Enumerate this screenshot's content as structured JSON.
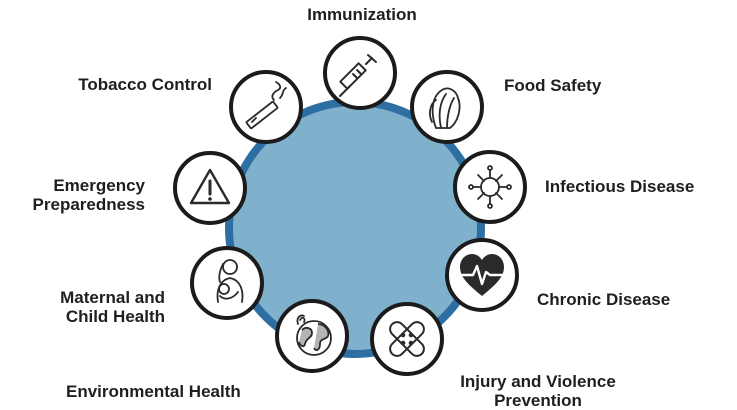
{
  "diagram": {
    "colors": {
      "ring": "#2e6fa3",
      "fill": "#7fb1cc",
      "node_fill": "#ffffff",
      "node_stroke": "#1b1b1b",
      "icon": "#2a2a2a",
      "text": "#1f1f1f"
    },
    "nodes": [
      {
        "id": "immunization",
        "icon": "syringe-icon",
        "lines": [
          "Immunization"
        ]
      },
      {
        "id": "food-safety",
        "icon": "lettuce-icon",
        "lines": [
          "Food Safety"
        ]
      },
      {
        "id": "infectious-disease",
        "icon": "virus-icon",
        "lines": [
          "Infectious Disease"
        ]
      },
      {
        "id": "chronic-disease",
        "icon": "heartbeat-icon",
        "lines": [
          "Chronic Disease"
        ]
      },
      {
        "id": "injury-violence",
        "icon": "bandage-icon",
        "lines": [
          "Injury and Violence",
          "Prevention"
        ]
      },
      {
        "id": "environmental-health",
        "icon": "globe-icon",
        "lines": [
          "Environmental Health"
        ]
      },
      {
        "id": "maternal-child",
        "icon": "mother-child-icon",
        "lines": [
          "Maternal and",
          "Child Health"
        ]
      },
      {
        "id": "emergency",
        "icon": "warning-icon",
        "lines": [
          "Emergency",
          "Preparedness"
        ]
      },
      {
        "id": "tobacco",
        "icon": "cigarette-icon",
        "lines": [
          "Tobacco Control"
        ]
      }
    ]
  }
}
